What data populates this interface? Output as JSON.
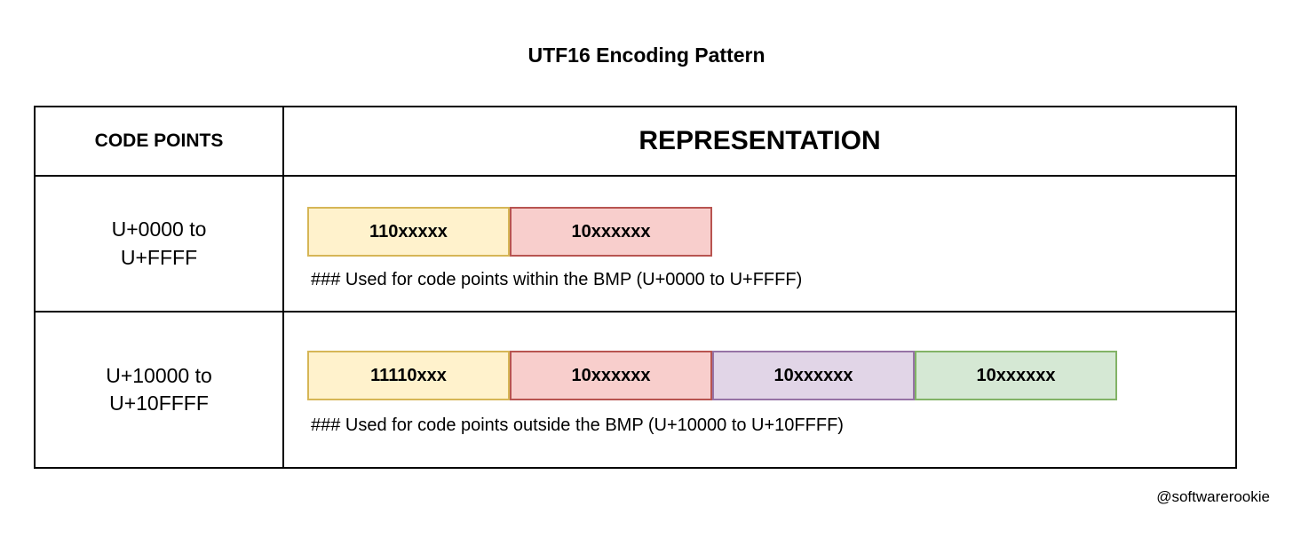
{
  "title": "UTF16 Encoding Pattern",
  "table": {
    "headers": {
      "code_points": "CODE POINTS",
      "representation": "REPRESENTATION"
    },
    "rows": [
      {
        "code_points": [
          "U+0000 to",
          "U+FFFF"
        ],
        "boxes": [
          {
            "label": "110xxxxx",
            "fill": "#fff2cc",
            "border": "#d6b656"
          },
          {
            "label": "10xxxxxx",
            "fill": "#f8cecc",
            "border": "#b85450"
          }
        ],
        "caption": "### Used for code points within the BMP (U+0000 to U+FFFF)"
      },
      {
        "code_points": [
          "U+10000 to",
          "U+10FFFF"
        ],
        "boxes": [
          {
            "label": "11110xxx",
            "fill": "#fff2cc",
            "border": "#d6b656"
          },
          {
            "label": "10xxxxxx",
            "fill": "#f8cecc",
            "border": "#b85450"
          },
          {
            "label": "10xxxxxx",
            "fill": "#e1d5e7",
            "border": "#9673a6"
          },
          {
            "label": "10xxxxxx",
            "fill": "#d5e8d4",
            "border": "#82b366"
          }
        ],
        "caption": "### Used for code points outside the BMP (U+10000 to U+10FFFF)"
      }
    ]
  },
  "footer": {
    "credit": "@softwarerookie"
  },
  "colors": {
    "table_border": "#000000",
    "background": "#ffffff"
  }
}
